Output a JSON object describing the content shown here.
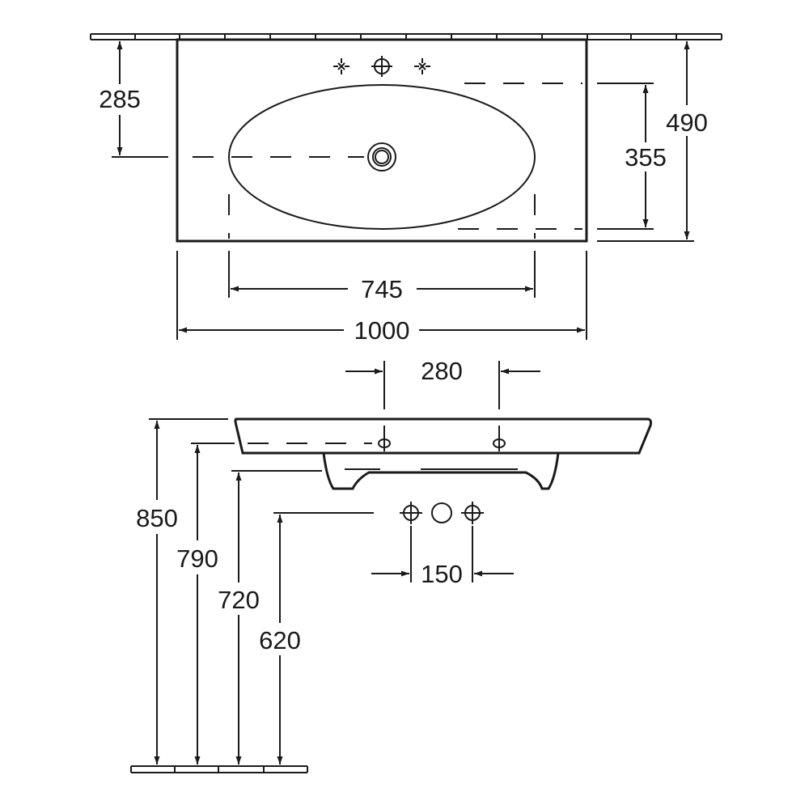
{
  "dimensions": {
    "top_view": {
      "depth_front_to_waste": "285",
      "total_depth": "490",
      "bowl_depth": "355",
      "bowl_width": "745",
      "total_width": "1000"
    },
    "front_view": {
      "overflow_spacing": "280",
      "tap_spacing": "150",
      "height_rim": "850",
      "height_underside": "790",
      "height_bowl_bottom": "720",
      "height_supply": "620"
    }
  }
}
